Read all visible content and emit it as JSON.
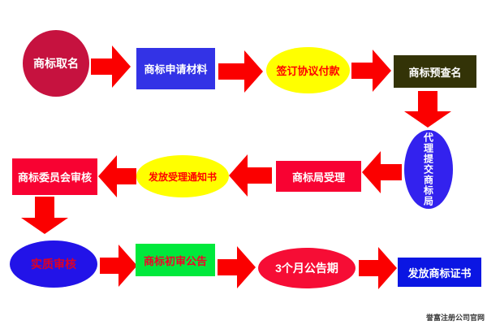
{
  "diagram": {
    "type": "flowchart",
    "background": "#ffffff",
    "watermark": "誉富注册公司官网",
    "watermark_color": "#3a3a3a",
    "arrow_color": "#fb0000",
    "nodes": [
      {
        "id": "naming",
        "label": "商标取名",
        "shape": "circle",
        "fill": "#c6123f",
        "text_color": "#ffffff"
      },
      {
        "id": "materials",
        "label": "商标申请材料",
        "shape": "rect",
        "fill": "#3333e6",
        "text_color": "#ffffff"
      },
      {
        "id": "agreement",
        "label": "签订协议付款",
        "shape": "ellipse",
        "fill": "#ffff00",
        "text_color": "#ff0000"
      },
      {
        "id": "precheck",
        "label": "商标预查名",
        "shape": "rect",
        "fill": "#333307",
        "text_color": "#ffffff"
      },
      {
        "id": "submit",
        "label": "代理提交商标局",
        "shape": "vertical-ellipse",
        "fill": "#3322ee",
        "text_color": "#ffffff"
      },
      {
        "id": "acceptance",
        "label": "商标局受理",
        "shape": "rect",
        "fill": "#f80232",
        "text_color": "#ffffff"
      },
      {
        "id": "notice",
        "label": "发放受理通知书",
        "shape": "ellipse",
        "fill": "#ffff00",
        "text_color": "#ff0000"
      },
      {
        "id": "committee",
        "label": "商标委员会审核",
        "shape": "rect",
        "fill": "#f80232",
        "text_color": "#ffffff"
      },
      {
        "id": "substantive",
        "label": "实质审核",
        "shape": "ellipse",
        "fill": "#2213e8",
        "text_color": "#e00024"
      },
      {
        "id": "gazette",
        "label": "商标初审公告",
        "shape": "rect",
        "fill": "#00e93c",
        "text_color": "#f40028"
      },
      {
        "id": "period",
        "label": "3个月公告期",
        "shape": "ellipse",
        "fill": "#f60d35",
        "text_color": "#ffffff"
      },
      {
        "id": "certificate",
        "label": "发放商标证书",
        "shape": "rect",
        "fill": "#0b16e3",
        "text_color": "#ffffff"
      }
    ],
    "flow": [
      "商标取名 → 商标申请材料",
      "商标申请材料 → 签订协议付款",
      "签订协议付款 → 商标预查名",
      "商标预查名 → 代理提交商标局",
      "代理提交商标局 → 商标局受理",
      "商标局受理 → 发放受理通知书",
      "发放受理通知书 → 商标委员会审核",
      "商标委员会审核 → 实质审核",
      "实质审核 → 商标初审公告",
      "商标初审公告 → 3个月公告期",
      "3个月公告期 → 发放商标证书"
    ]
  }
}
